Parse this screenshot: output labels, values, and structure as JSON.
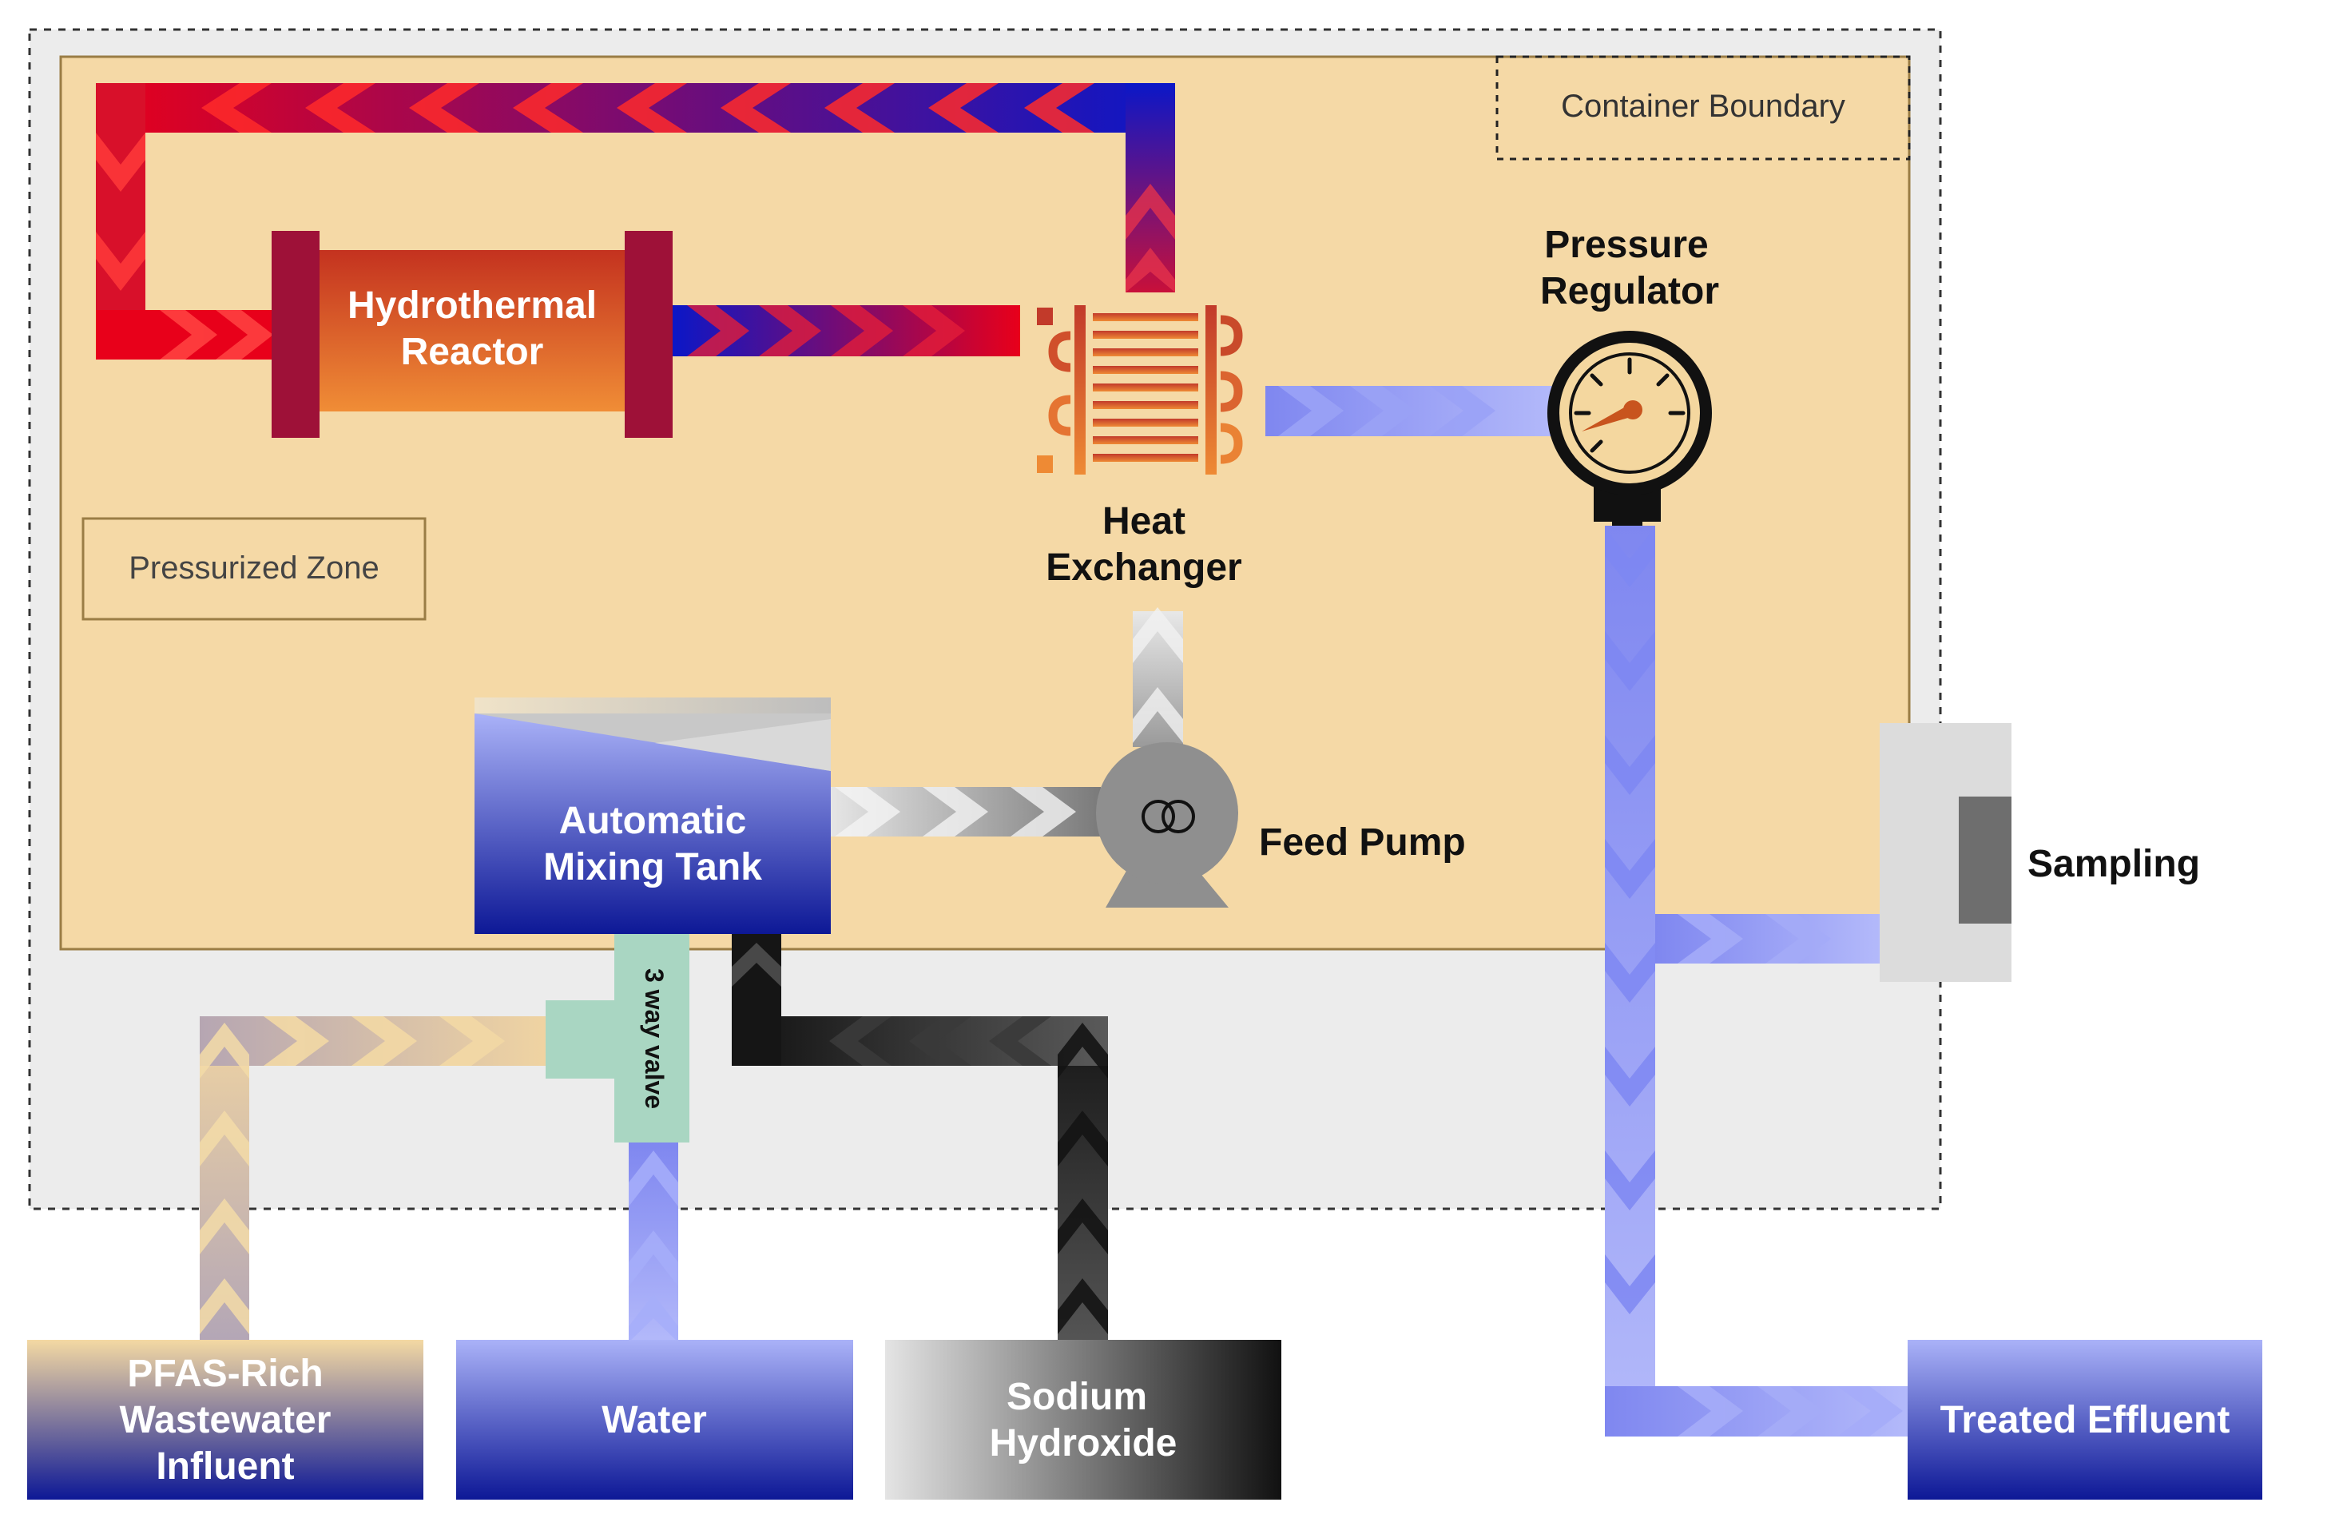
{
  "labels": {
    "container_boundary": "Container Boundary",
    "pressurized_zone": "Pressurized Zone",
    "reactor_line1": "Hydrothermal",
    "reactor_line2": "Reactor",
    "heat_exchanger_line1": "Heat",
    "heat_exchanger_line2": "Exchanger",
    "pressure_regulator_line1": "Pressure",
    "pressure_regulator_line2": "Regulator",
    "mixing_tank_line1": "Automatic",
    "mixing_tank_line2": "Mixing Tank",
    "feed_pump": "Feed Pump",
    "sampling": "Sampling",
    "valve": "3 way valve",
    "pfas_line1": "PFAS-Rich",
    "pfas_line2": "Wastewater",
    "pfas_line3": "Influent",
    "water": "Water",
    "naoh_line1": "Sodium",
    "naoh_line2": "Hydroxide",
    "treated_effluent": "Treated Effluent"
  },
  "colors": {
    "container_fill": "#ececec",
    "zone_fill": "#f5d9a6",
    "zone_border": "#9a7d45",
    "hot": "#e8001a",
    "cold": "#0a17c8",
    "blue_flow": "#8e96f2",
    "tank_top": "#a7b0f7",
    "tank_bottom": "#0d1896",
    "naoh_dark": "#1a1a1a",
    "valve": "#a9d6c2",
    "gray_flow": "#aaaaaa",
    "pfas_light": "#f1d5a1",
    "pump": "#8f8f8f",
    "reactor_flange": "#9e1138",
    "reactor_top": "#c8351e",
    "reactor_bottom": "#ee8a34"
  }
}
